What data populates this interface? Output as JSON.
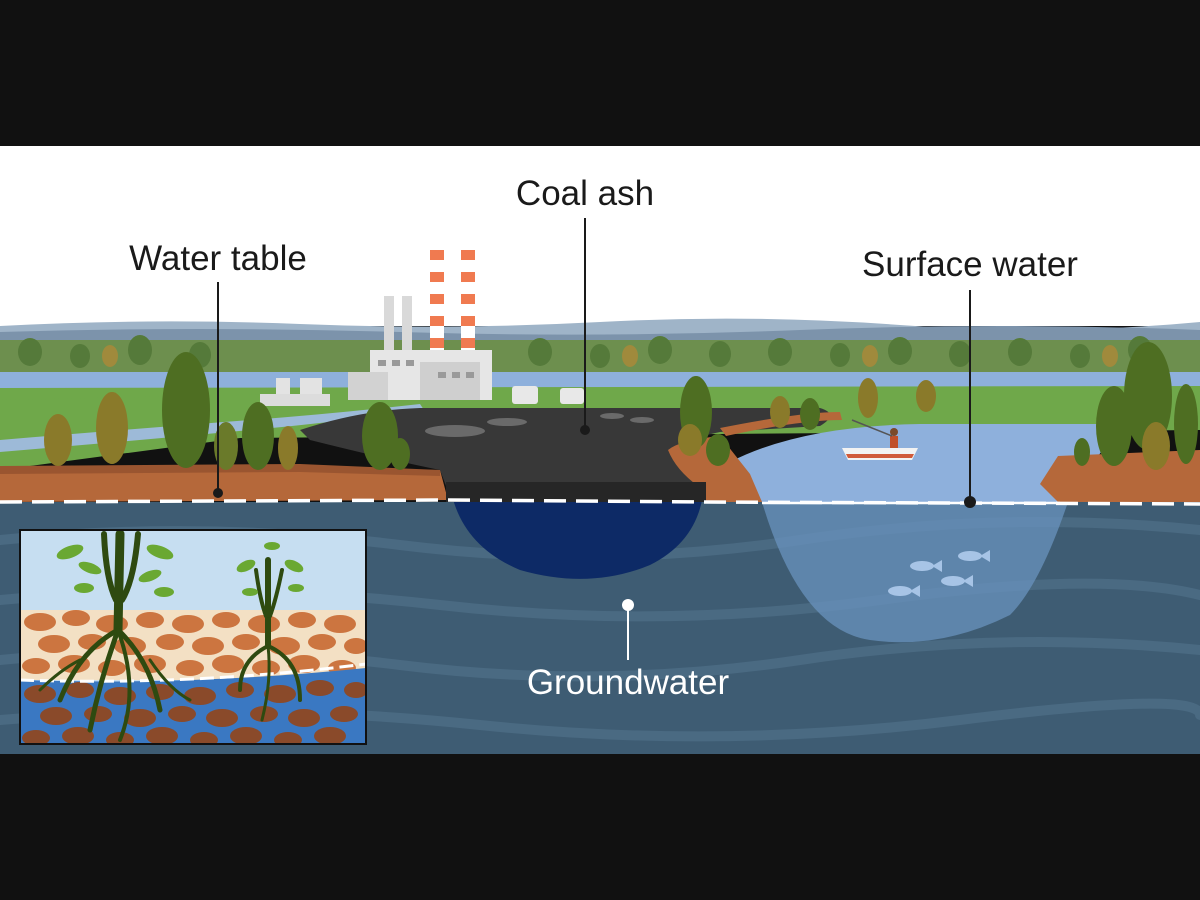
{
  "labels": {
    "coal_ash": "Coal ash",
    "water_table": "Water table",
    "surface_water": "Surface water",
    "groundwater": "Groundwater"
  },
  "colors": {
    "letterbox": "#111111",
    "sky": "#ffffff",
    "label_text": "#1a1a1a",
    "groundwater": "#3e5c73",
    "coal_ash": "#383838",
    "ash_leachate": "#0d2a66",
    "surface_water": "#8eb0dc",
    "soil": "#b5683a",
    "grass": "#6fa84a",
    "water_table_line": "#ffffff"
  }
}
